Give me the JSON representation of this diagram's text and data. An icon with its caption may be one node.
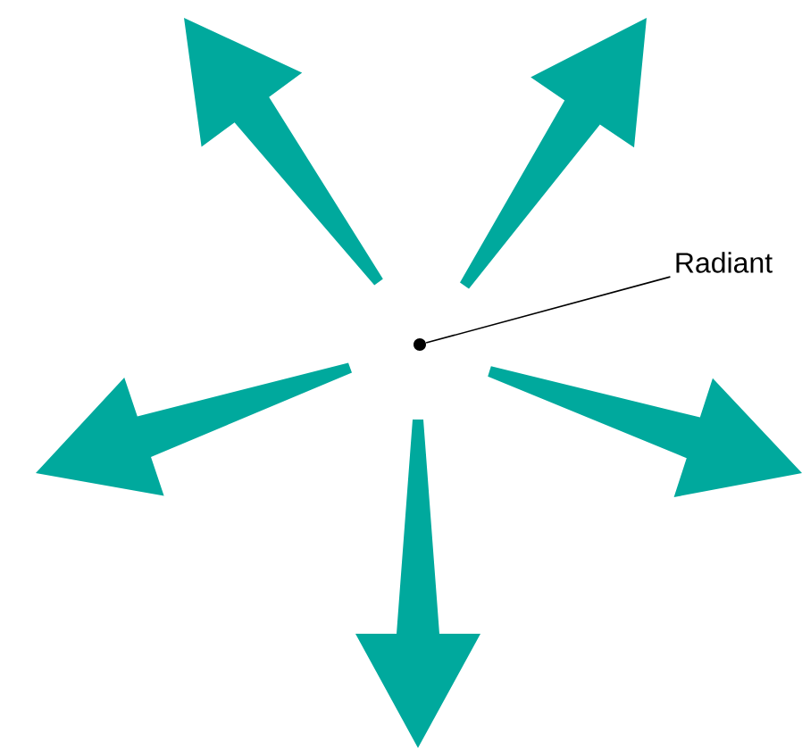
{
  "diagram": {
    "nodes": [
      {
        "text": [
          "Radiant"
        ]
      },
      {
        "text": [],
        "shape": "circle"
      }
    ],
    "edges": [
      {
        "from": 0,
        "to": 1,
        "arrow": "none"
      }
    ]
  }
}
